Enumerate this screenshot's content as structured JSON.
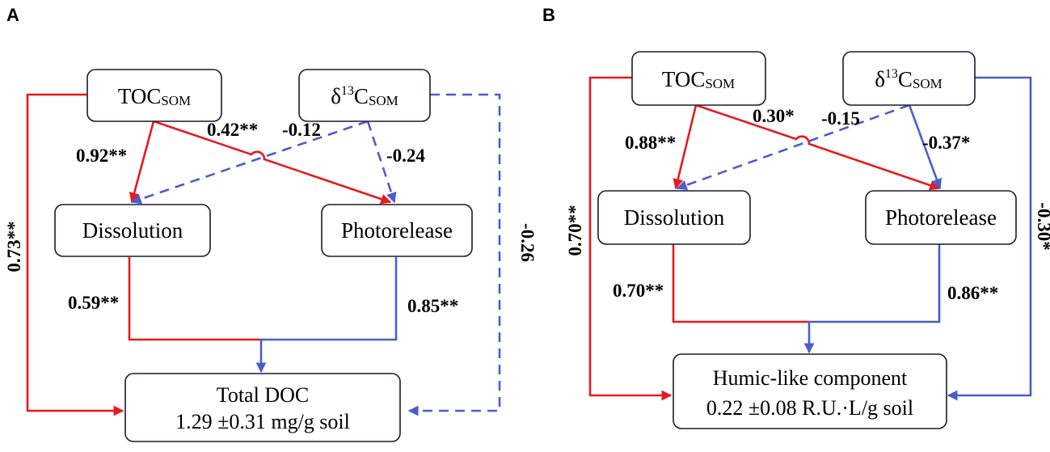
{
  "colors": {
    "positive": "#e8191f",
    "negative": "#4a5ec9",
    "box_border": "#1a1a2e"
  },
  "panels": [
    {
      "letter": "A",
      "nodes": {
        "toc": {
          "main": "TOC",
          "sub": "SOM"
        },
        "delta": {
          "main1": "δ",
          "sup": "13",
          "main2": "C",
          "sub": "SOM"
        },
        "dissolution": "Dissolution",
        "photorelease": "Photorelease",
        "outcome_line1": "Total DOC",
        "outcome_line2": "1.29 ±0.31 mg/g soil"
      },
      "coefficients": {
        "toc_dissolution": "0.92**",
        "toc_photorelease": "0.42**",
        "delta_dissolution": "-0.12",
        "delta_photorelease": "-0.24",
        "toc_outcome": "0.73**",
        "delta_outcome": "-0.26",
        "dissolution_outcome": "0.59**",
        "photorelease_outcome": "0.85**"
      }
    },
    {
      "letter": "B",
      "nodes": {
        "toc": {
          "main": "TOC",
          "sub": "SOM"
        },
        "delta": {
          "main1": "δ",
          "sup": "13",
          "main2": "C",
          "sub": "SOM"
        },
        "dissolution": "Dissolution",
        "photorelease": "Photorelease",
        "outcome_line1": "Humic-like component",
        "outcome_line2": "0.22 ±0.08 R.U.·L/g soil"
      },
      "coefficients": {
        "toc_dissolution": "0.88**",
        "toc_photorelease": "0.30*",
        "delta_dissolution": "-0.15",
        "delta_photorelease": "-0.37*",
        "toc_outcome": "0.70**",
        "delta_outcome": "-0.30*",
        "dissolution_outcome": "0.70**",
        "photorelease_outcome": "0.86**"
      }
    }
  ]
}
